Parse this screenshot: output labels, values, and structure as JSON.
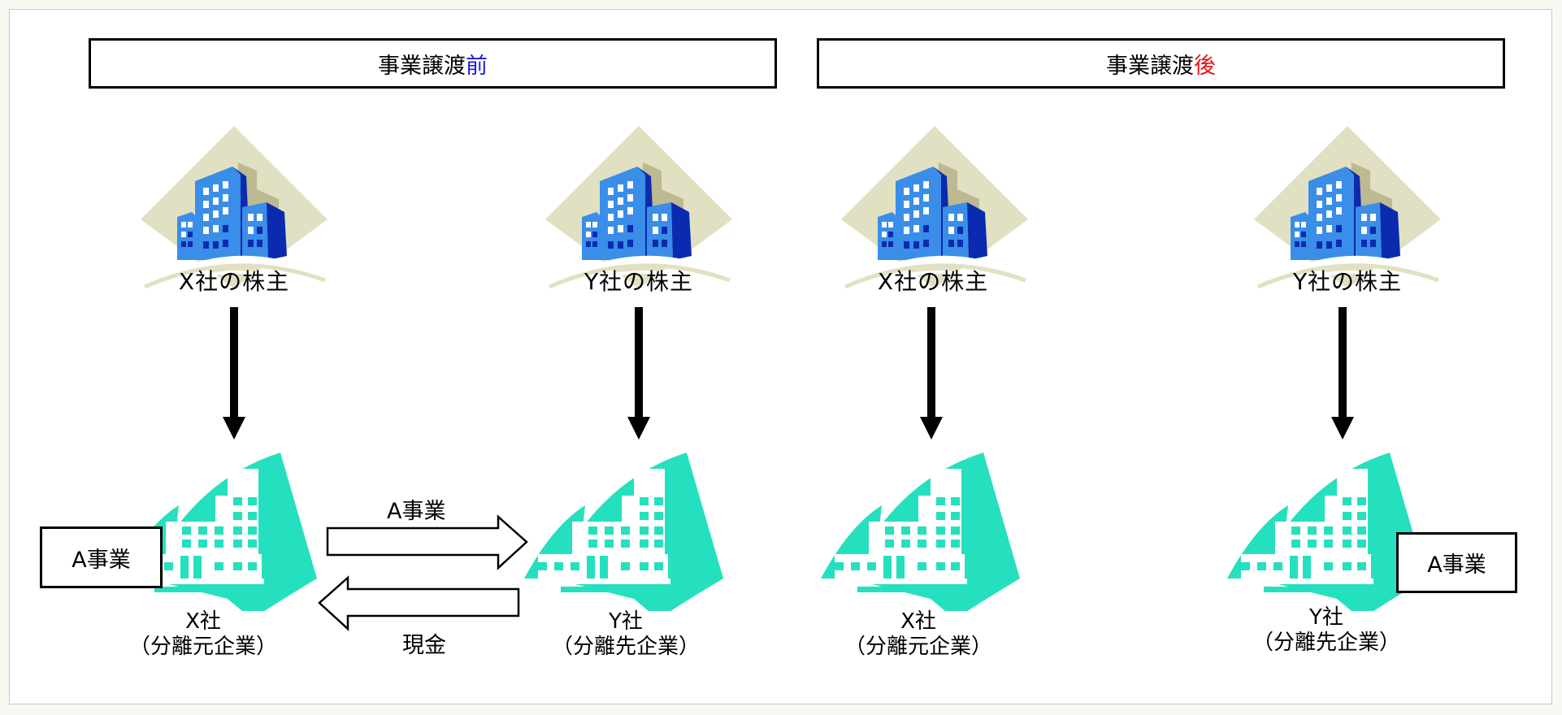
{
  "colors": {
    "before_accent": "#1a1adc",
    "after_accent": "#e8141a",
    "company_teal": "#25e0be",
    "building_blue": "#3a8ee8",
    "building_dark": "#0a2bb0",
    "diamond_beige": "#e2e0c2"
  },
  "before": {
    "header_prefix": "事業譲渡",
    "header_suffix": "前",
    "shareholders": [
      {
        "label": "X社の株主",
        "icon": "office-buildings-icon"
      },
      {
        "label": "Y社の株主",
        "icon": "office-buildings-icon"
      }
    ],
    "companies": [
      {
        "name": "X社",
        "role": "（分離元企業）",
        "icon": "company-building-icon"
      },
      {
        "name": "Y社",
        "role": "（分離先企業）",
        "icon": "company-building-icon"
      }
    ],
    "business_box": "A事業",
    "transfer_label": "A事業",
    "payment_label": "現金"
  },
  "after": {
    "header_prefix": "事業譲渡",
    "header_suffix": "後",
    "shareholders": [
      {
        "label": "X社の株主",
        "icon": "office-buildings-icon"
      },
      {
        "label": "Y社の株主",
        "icon": "office-buildings-icon"
      }
    ],
    "companies": [
      {
        "name": "X社",
        "role": "（分離元企業）",
        "icon": "company-building-icon"
      },
      {
        "name": "Y社",
        "role": "（分離先企業）",
        "icon": "company-building-icon"
      }
    ],
    "business_box": "A事業"
  }
}
